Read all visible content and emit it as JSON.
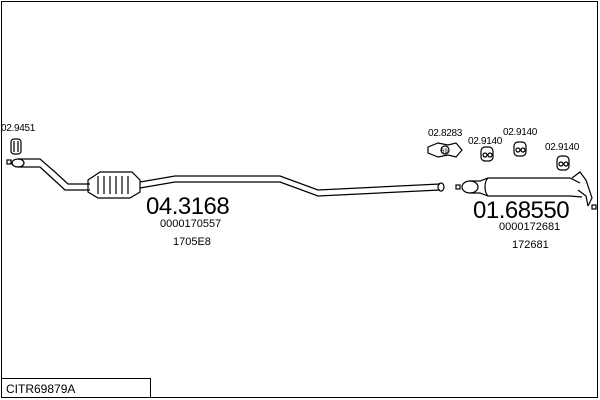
{
  "parts": {
    "front_pipe": {
      "number": "04.3168",
      "oe_number": "0000170557",
      "alt_number": "1705E8"
    },
    "rear_silencer": {
      "number": "01.68550",
      "oe_number": "0000172681",
      "alt_number": "172681"
    }
  },
  "fittings": {
    "clamp_front": "02.9451",
    "gasket": "02.8283",
    "hanger_1": "02.9140",
    "hanger_2": "02.9140",
    "hanger_3": "02.9140"
  },
  "reference": {
    "code": "CITR69879A"
  }
}
